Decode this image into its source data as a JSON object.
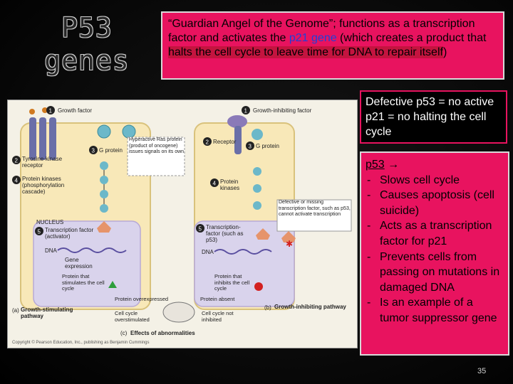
{
  "slide": {
    "title": "P53\ngenes",
    "quote": {
      "part1": "“Guardian Angel of the Genome”; functions as a transcription factor and activates the ",
      "gene": "p21 gene",
      "part2": " (which creates a product that ",
      "halts": "halts the cell cycle to leave time for DNA to repair itself",
      "end": ")"
    },
    "defect_text": "Defective p53 = no active p21 = no halting the cell cycle",
    "p53_heading": "p53",
    "p53_arrow": "→",
    "p53_bullets": [
      "Slows cell cycle",
      "Causes apoptosis (cell suicide)",
      "Acts as a transcription factor for p21",
      "Prevents cells from passing on mutations in damaged DNA",
      "Is an example of a tumor suppressor gene"
    ],
    "slide_number": "35"
  },
  "figure": {
    "a": {
      "growth_factor": "Growth factor",
      "g_protein": "G protein",
      "receptor": "Tyrosine-kinase receptor",
      "protein_kinases": "Protein kinases (phosphorylation cascade)",
      "nucleus": "NUCLEUS",
      "transcription_factor": "Transcription factor (activator)",
      "dna": "DNA",
      "gene_expression": "Gene expression",
      "protein_stimulates": "Protein that stimulates the cell cycle",
      "caption": "Growth-stimulating pathway",
      "letter": "(a)"
    },
    "hyperactive": "Hyperactive Ras protein (product of oncogene) issues signals on its own",
    "b": {
      "growth_inhibiting": "Growth-inhibiting factor",
      "receptor": "Receptor",
      "g_protein": "G protein",
      "protein_kinases": "Protein kinases",
      "transcription_factor": "Transcription- factor (such as p53)",
      "dna": "DNA",
      "protein_inhibits": "Protein that inhibits the cell cycle",
      "defective": "Defective or missing transcription factor, such as p53, cannot activate transcription",
      "caption": "Growth-inhibiting pathway",
      "letter": "(b)"
    },
    "c": {
      "overexpressed": "Protein overexpressed",
      "absent": "Protein absent",
      "overstimulated": "Cell cycle overstimulated",
      "not_inhibited": "Cell cycle not inhibited",
      "caption": "Effects of abnormalities",
      "letter": "(c)"
    },
    "nums": [
      "1",
      "2",
      "3",
      "4",
      "5"
    ],
    "copyright": "Copyright © Pearson Education, Inc., publishing as Benjamin Cummings"
  }
}
